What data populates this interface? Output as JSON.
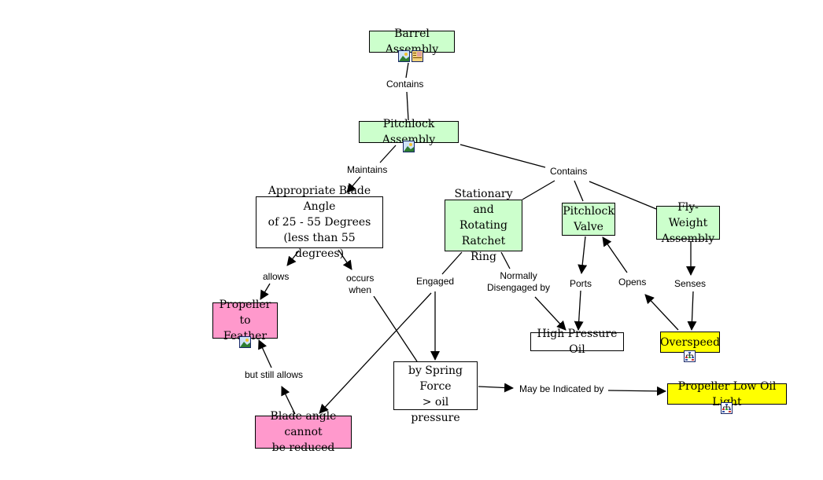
{
  "diagram": {
    "type": "concept-map",
    "nodes": [
      {
        "id": "barrel",
        "label": "Barrel Assembly",
        "fill": "#ccffcc",
        "icons": [
          "image-icon",
          "document-image-icon"
        ]
      },
      {
        "id": "pitchlock_assembly",
        "label": "Pitchlock Assembly",
        "fill": "#ccffcc",
        "icons": [
          "image-icon"
        ]
      },
      {
        "id": "blade_angle",
        "label": "Appropriate Blade Angle\nof 25 - 55 Degrees\n(less than 55 degrees)",
        "fill": "#ffffff",
        "icons": []
      },
      {
        "id": "ratchet",
        "label": "Stationary and\nRotating\nRatchet Ring",
        "fill": "#ccffcc",
        "icons": []
      },
      {
        "id": "pitchlock_valve",
        "label": "Pitchlock\nValve",
        "fill": "#ccffcc",
        "icons": []
      },
      {
        "id": "flyweight",
        "label": "Fly-Weight\nAssembly",
        "fill": "#ccffcc",
        "icons": []
      },
      {
        "id": "feather",
        "label": "Propeller to\nFeather",
        "fill": "#ff99cc",
        "icons": [
          "image-icon"
        ]
      },
      {
        "id": "high_pressure",
        "label": "High Pressure Oil",
        "fill": "#ffffff",
        "icons": []
      },
      {
        "id": "overspeed",
        "label": "Overspeed",
        "fill": "#ffff00",
        "icons": [
          "concept-map-icon"
        ]
      },
      {
        "id": "spring",
        "label": "by Spring Force\n> oil pressure",
        "fill": "#ffffff",
        "icons": []
      },
      {
        "id": "low_oil_light",
        "label": "Propeller Low Oil Light",
        "fill": "#ffff00",
        "icons": [
          "concept-map-icon"
        ]
      },
      {
        "id": "blade_cannot",
        "label": "Blade angle cannot\nbe reduced",
        "fill": "#ff99cc",
        "icons": []
      }
    ],
    "linking_phrases": [
      {
        "id": "contains1",
        "label": "Contains"
      },
      {
        "id": "maintains",
        "label": "Maintains"
      },
      {
        "id": "contains2",
        "label": "Contains"
      },
      {
        "id": "allows",
        "label": "allows"
      },
      {
        "id": "occurs_when",
        "label": "occurs\nwhen"
      },
      {
        "id": "engaged",
        "label": "Engaged"
      },
      {
        "id": "normally_disengaged",
        "label": "Normally\nDisengaged by"
      },
      {
        "id": "ports",
        "label": "Ports"
      },
      {
        "id": "opens",
        "label": "Opens"
      },
      {
        "id": "senses",
        "label": "Senses"
      },
      {
        "id": "but_still_allows",
        "label": "but still allows"
      },
      {
        "id": "may_be_indicated",
        "label": "May be Indicated by"
      }
    ],
    "connections": [
      {
        "from": "barrel",
        "to": "contains1",
        "arrow": false
      },
      {
        "from": "contains1",
        "to": "pitchlock_assembly",
        "arrow": false
      },
      {
        "from": "pitchlock_assembly",
        "to": "maintains",
        "arrow": false
      },
      {
        "from": "maintains",
        "to": "blade_angle",
        "arrow": true
      },
      {
        "from": "pitchlock_assembly",
        "to": "contains2",
        "arrow": false
      },
      {
        "from": "contains2",
        "to": "ratchet",
        "arrow": false
      },
      {
        "from": "contains2",
        "to": "pitchlock_valve",
        "arrow": false
      },
      {
        "from": "contains2",
        "to": "flyweight",
        "arrow": false
      },
      {
        "from": "blade_angle",
        "to": "allows",
        "arrow": true
      },
      {
        "from": "allows",
        "to": "feather",
        "arrow": true
      },
      {
        "from": "blade_angle",
        "to": "occurs_when",
        "arrow": true
      },
      {
        "from": "occurs_when",
        "to": "spring",
        "arrow": false
      },
      {
        "from": "ratchet",
        "to": "engaged",
        "arrow": false
      },
      {
        "from": "engaged",
        "to": "spring",
        "arrow": true
      },
      {
        "from": "engaged",
        "to": "blade_cannot",
        "arrow": true
      },
      {
        "from": "ratchet",
        "to": "normally_disengaged",
        "arrow": false
      },
      {
        "from": "normally_disengaged",
        "to": "high_pressure",
        "arrow": true
      },
      {
        "from": "pitchlock_valve",
        "to": "ports",
        "arrow": true
      },
      {
        "from": "ports",
        "to": "high_pressure",
        "arrow": true
      },
      {
        "from": "overspeed",
        "to": "opens",
        "arrow": true
      },
      {
        "from": "opens",
        "to": "pitchlock_valve",
        "arrow": true
      },
      {
        "from": "flyweight",
        "to": "senses",
        "arrow": true
      },
      {
        "from": "senses",
        "to": "overspeed",
        "arrow": true
      },
      {
        "from": "blade_cannot",
        "to": "but_still_allows",
        "arrow": true
      },
      {
        "from": "but_still_allows",
        "to": "feather",
        "arrow": true
      },
      {
        "from": "spring",
        "to": "may_be_indicated",
        "arrow": true
      },
      {
        "from": "may_be_indicated",
        "to": "low_oil_light",
        "arrow": true
      }
    ]
  }
}
